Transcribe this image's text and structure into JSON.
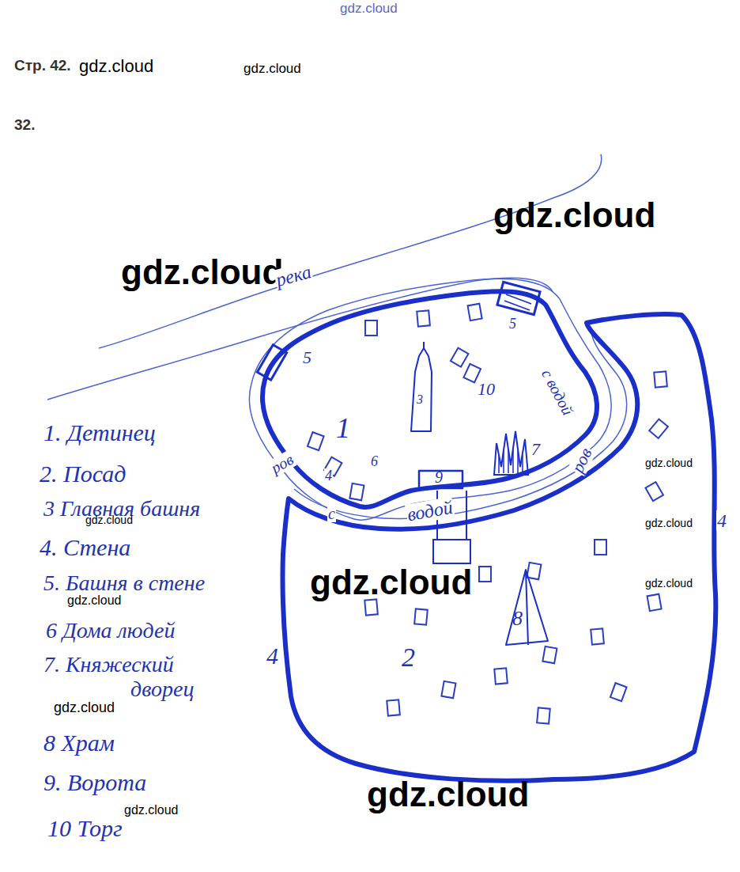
{
  "diagram": {
    "nodes": [
      {
        "text": [
          "1"
        ]
      },
      {
        "text": [
          "3"
        ],
        "in": 0
      },
      {
        "text": [
          "9"
        ],
        "in": 0
      },
      {
        "text": [
          "2"
        ]
      },
      {
        "text": [
          "8"
        ],
        "in": 3
      }
    ],
    "labels": [
      "gdz.cloud",
      "Стр. 42.",
      "gdz.cloud",
      "gdz.cloud",
      "32.",
      "gdz.cloud",
      "gdz.cloud",
      "река",
      "5",
      "5",
      "с водой",
      "10",
      "1. Детинец",
      "2. Посад",
      "6",
      "7",
      "ров",
      "3 Главная башня",
      "gdz.cloud",
      "4",
      "ров",
      "с",
      "водой",
      "gdz.cloud",
      "4",
      "gdz.cloud",
      "4. Стена",
      "5. Башня в стене",
      "gdz.cloud",
      "gdz.cloud",
      "gdz.cloud",
      "6 Дома людей",
      "4",
      "7. Княжеский дворец",
      "gdz.cloud",
      "8 Храм",
      "9. Ворота",
      "gdz.cloud",
      "gdz.cloud",
      "10 Торг"
    ]
  }
}
